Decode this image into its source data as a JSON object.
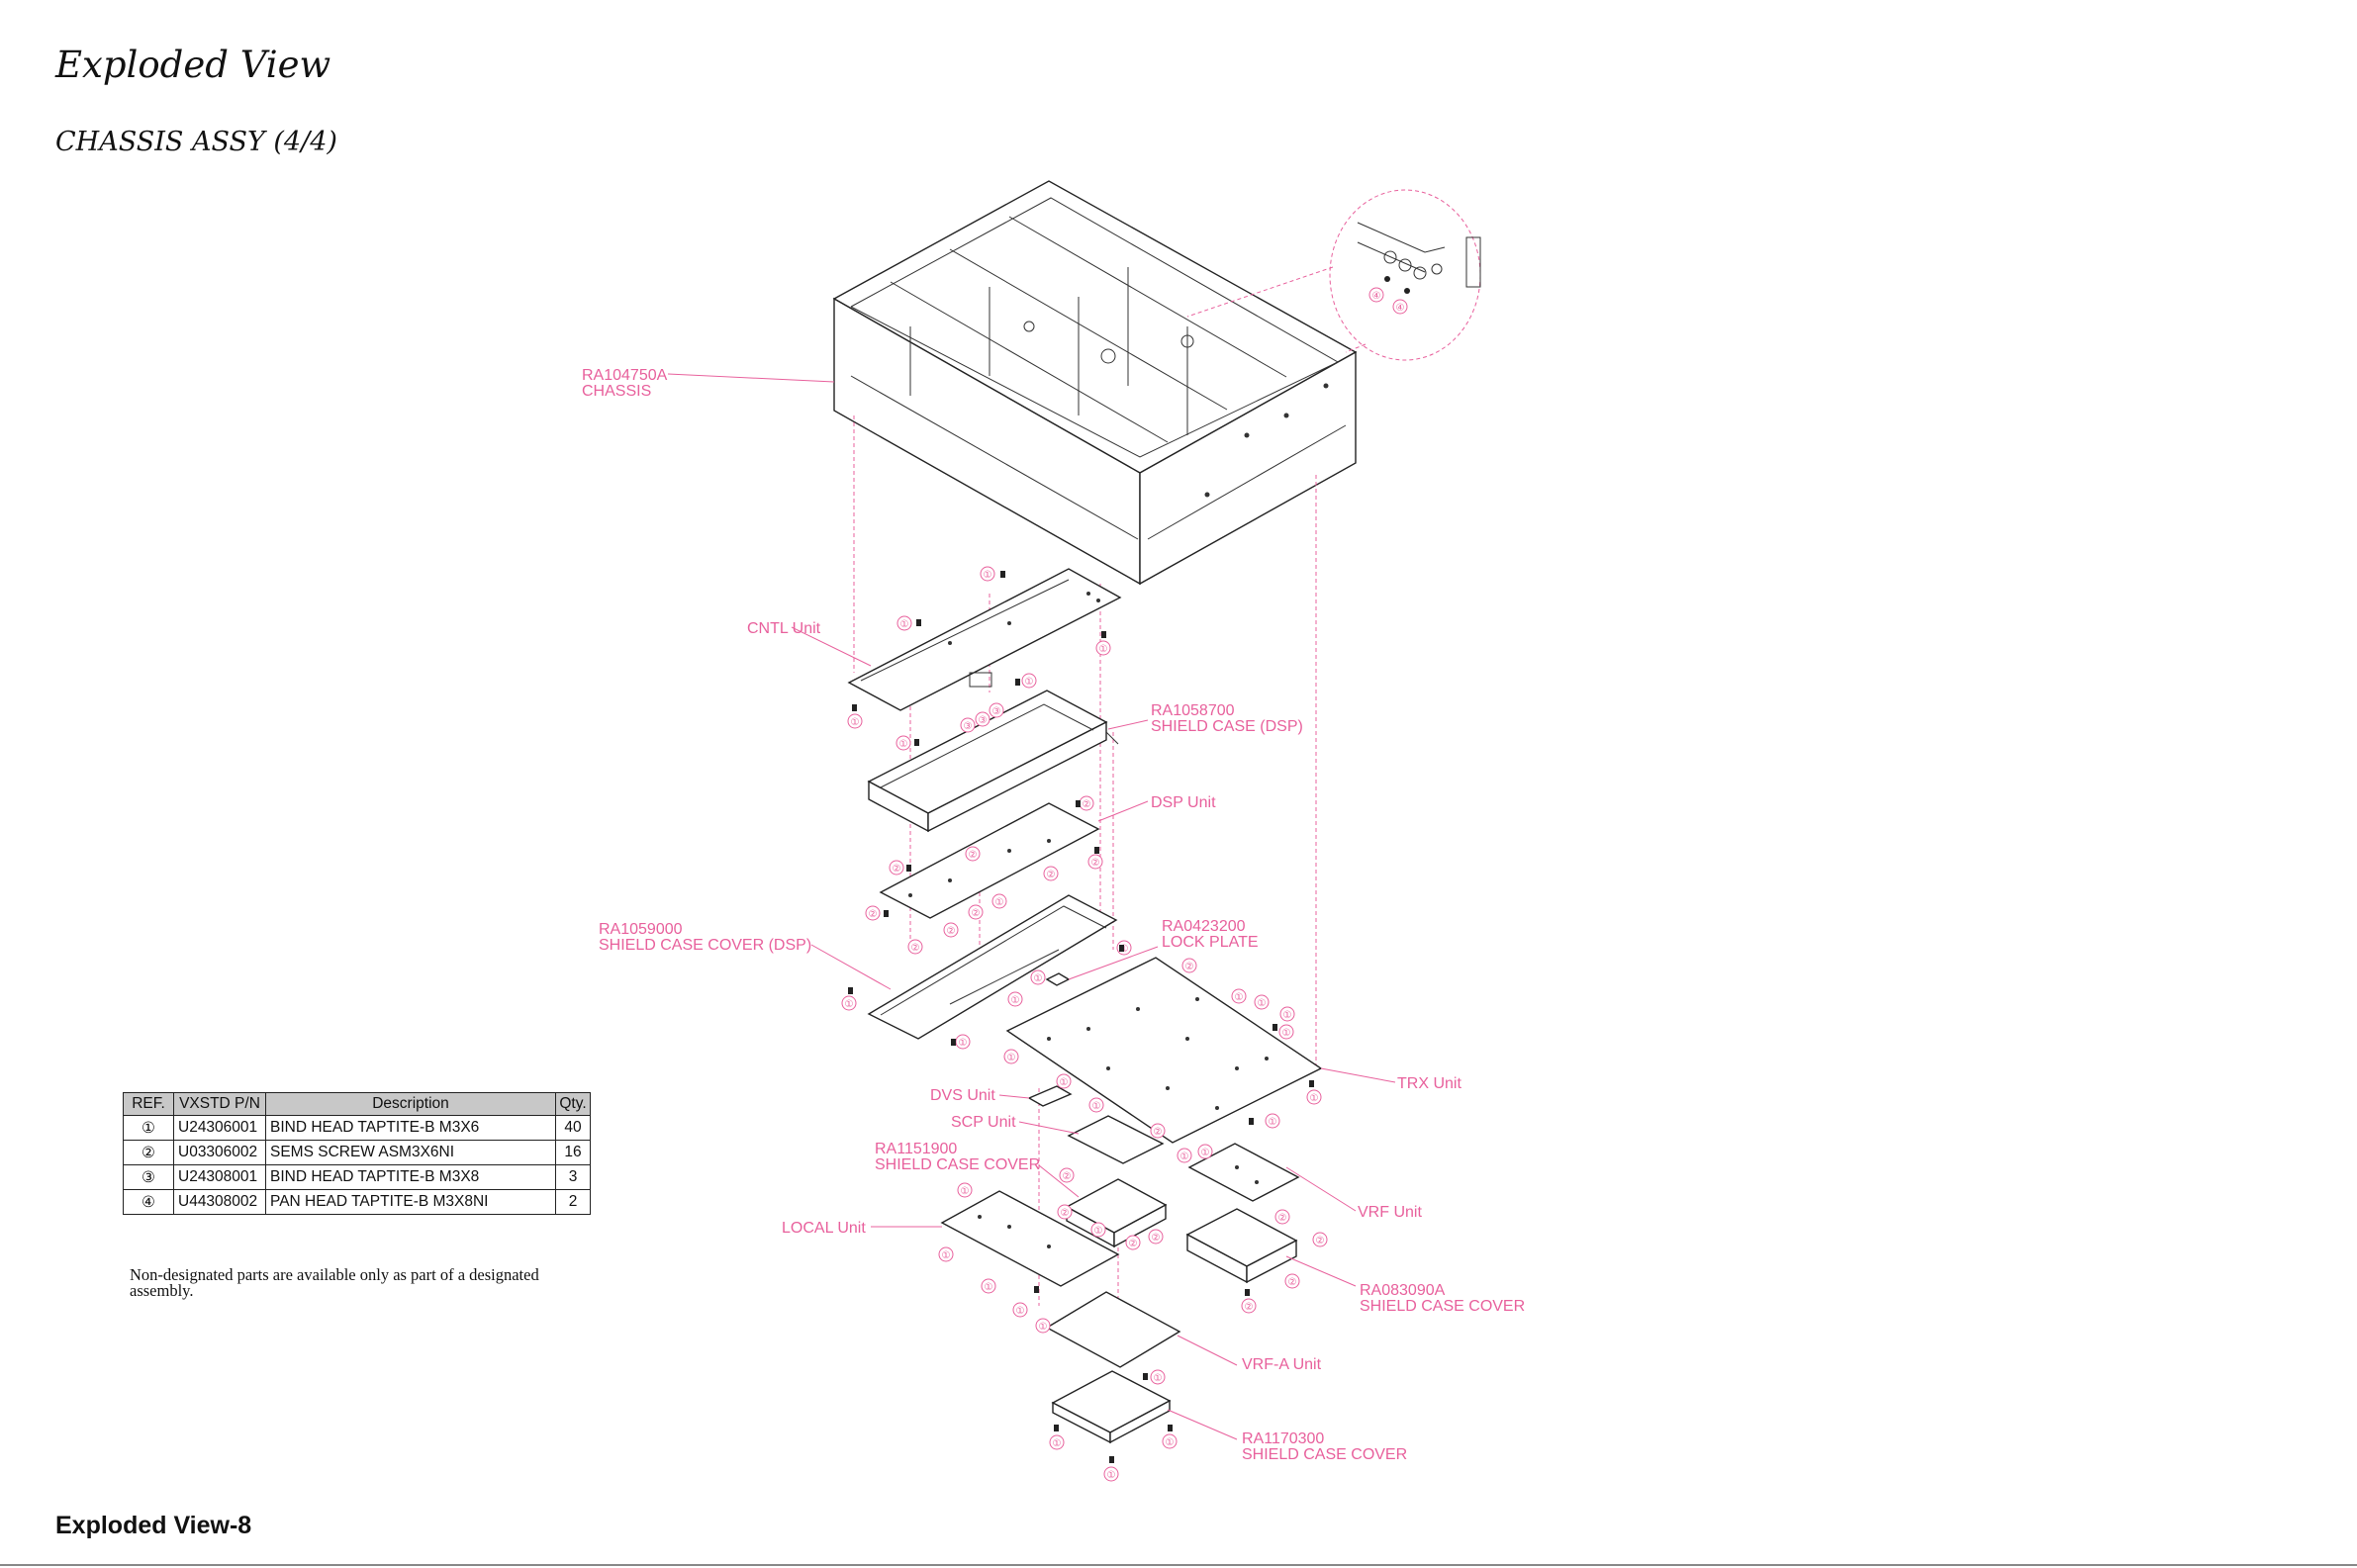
{
  "page": {
    "title": "Exploded View",
    "subtitle": "CHASSIS ASSY (4/4)",
    "footer": "Exploded View-8",
    "note": "Non-designated parts are available only as part of a designated assembly."
  },
  "table": {
    "headers": [
      "REF.",
      "VXSTD P/N",
      "Description",
      "Qty."
    ],
    "rows": [
      {
        "ref": "①",
        "pn": "U24306001",
        "desc": "BIND HEAD TAPTITE-B M3X6",
        "qty": "40"
      },
      {
        "ref": "②",
        "pn": "U03306002",
        "desc": "SEMS SCREW ASM3X6NI",
        "qty": "16"
      },
      {
        "ref": "③",
        "pn": "U24308001",
        "desc": "BIND HEAD TAPTITE-B M3X8",
        "qty": "3"
      },
      {
        "ref": "④",
        "pn": "U44308002",
        "desc": "PAN HEAD TAPTITE-B M3X8NI",
        "qty": "2"
      }
    ]
  },
  "diagram": {
    "labels": {
      "chassis_pn": "RA104750A",
      "chassis_name": "CHASSIS",
      "cntl": "CNTL Unit",
      "shield_dsp_pn": "RA1058700",
      "shield_dsp_name": "SHIELD CASE  (DSP)",
      "dsp": "DSP Unit",
      "cover_dsp_pn": "RA1059000",
      "cover_dsp_name": "SHIELD CASE COVER (DSP)",
      "lock_pn": "RA0423200",
      "lock_name": "LOCK PLATE",
      "trx": "TRX Unit",
      "dvs": "DVS Unit",
      "scp": "SCP Unit",
      "shield_cover1_pn": "RA1151900",
      "shield_cover1_name": "SHIELD CASE COVER",
      "vrf": "VRF Unit",
      "local": "LOCAL Unit",
      "shield_cover2_pn": "RA083090A",
      "shield_cover2_name": "SHIELD CASE COVER",
      "vrfa": "VRF-A Unit",
      "shield_cover3_pn": "RA1170300",
      "shield_cover3_name": "SHIELD CASE COVER"
    },
    "markers": {
      "ref1": "①",
      "ref2": "②",
      "ref3": "③",
      "ref4": "④"
    }
  }
}
